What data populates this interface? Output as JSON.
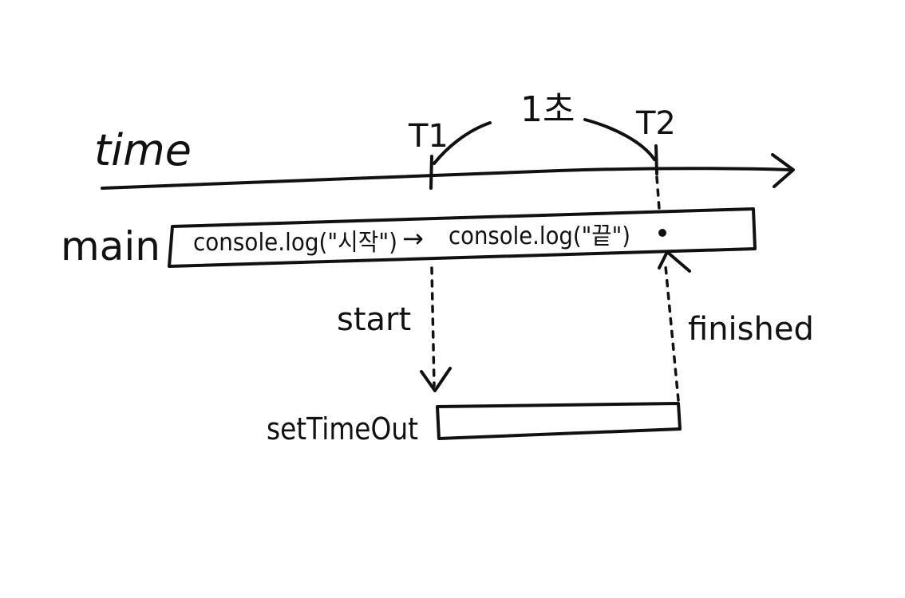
{
  "labels": {
    "time": "time",
    "t1": "T1",
    "t2": "T2",
    "duration": "1초",
    "main": "main",
    "start": "start",
    "finished": "finished",
    "set_timeout": "setTimeOut"
  },
  "main_bar": {
    "call_start": "console.log(\"시작\")",
    "arrow": "→",
    "call_end": "console.log(\"끝\")"
  },
  "colors": {
    "ink": "#111111",
    "background": "#ffffff"
  }
}
